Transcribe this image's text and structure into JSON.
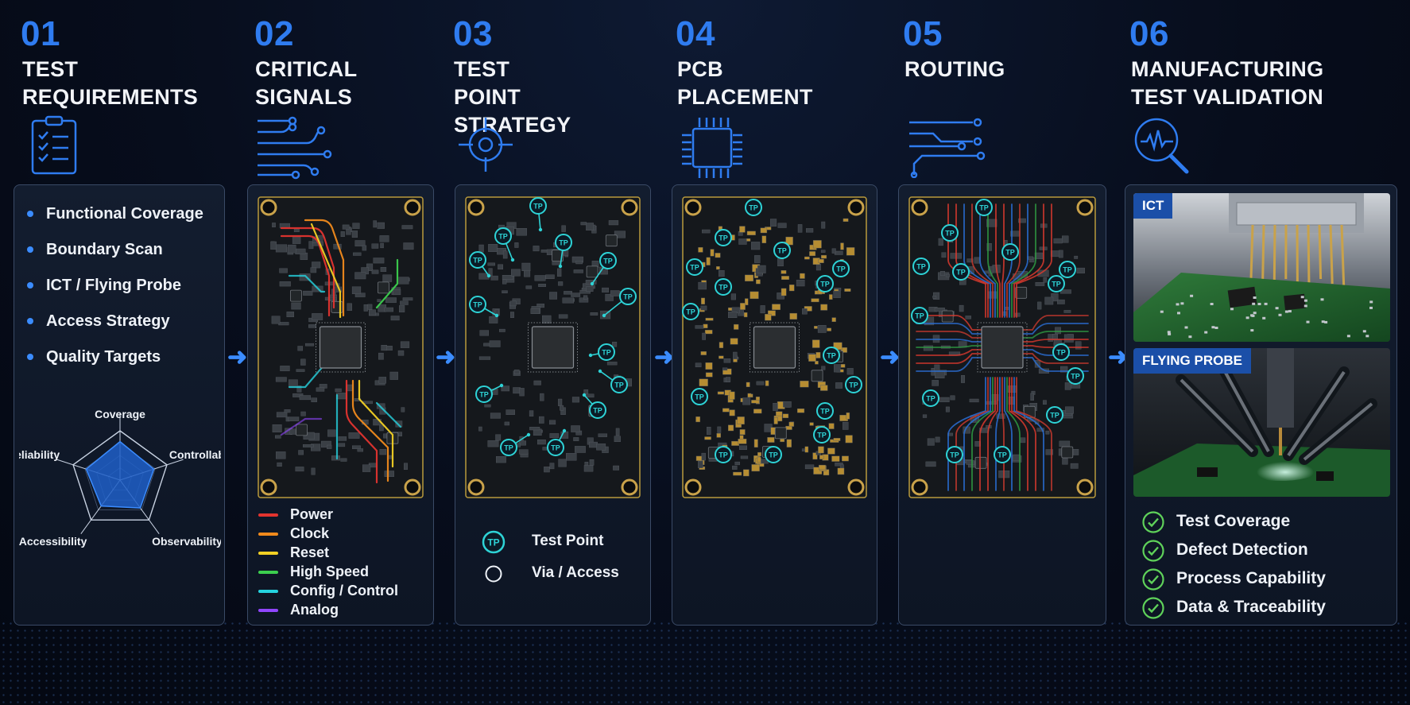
{
  "steps": [
    {
      "num": "01",
      "title": "TEST\nREQUIREMENTS",
      "icon": "clipboard-checklist-icon"
    },
    {
      "num": "02",
      "title": "CRITICAL\nSIGNALS",
      "icon": "signal-lines-icon"
    },
    {
      "num": "03",
      "title": "TEST POINT\nSTRATEGY",
      "icon": "crosshair-icon"
    },
    {
      "num": "04",
      "title": "PCB\nPLACEMENT",
      "icon": "chip-icon"
    },
    {
      "num": "05",
      "title": "ROUTING",
      "icon": "routing-traces-icon"
    },
    {
      "num": "06",
      "title": "MANUFACTURING\nTEST VALIDATION",
      "icon": "magnifier-waveform-icon"
    }
  ],
  "requirements": {
    "items": [
      "Functional Coverage",
      "Boundary Scan",
      "ICT / Flying Probe",
      "Access Strategy",
      "Quality Targets"
    ],
    "radar": {
      "axes": [
        "Coverage",
        "Controllability",
        "Observability",
        "Accessibility",
        "Reliability"
      ],
      "values": [
        0.78,
        0.72,
        0.7,
        0.65,
        0.72
      ]
    }
  },
  "signals": {
    "legend": [
      {
        "label": "Power",
        "color": "#e3342f"
      },
      {
        "label": "Clock",
        "color": "#f08a1c"
      },
      {
        "label": "Reset",
        "color": "#f2d024"
      },
      {
        "label": "High Speed",
        "color": "#3ccf4e"
      },
      {
        "label": "Config / Control",
        "color": "#25d3e0"
      },
      {
        "label": "Analog",
        "color": "#9146ff"
      }
    ]
  },
  "test_points": {
    "marker": "TP",
    "legend": [
      {
        "label": "Test Point",
        "icon": "test-point-marker-icon"
      },
      {
        "label": "Via / Access",
        "icon": "via-circle-icon"
      }
    ]
  },
  "validation": {
    "photos": [
      {
        "tag": "ICT"
      },
      {
        "tag": "FLYING PROBE"
      }
    ],
    "checks": [
      "Test Coverage",
      "Defect Detection",
      "Process Capability",
      "Data & Traceability"
    ]
  },
  "colors": {
    "accent": "#2f7cf0",
    "check": "#5fd25a",
    "tp": "#2ed3d6"
  }
}
